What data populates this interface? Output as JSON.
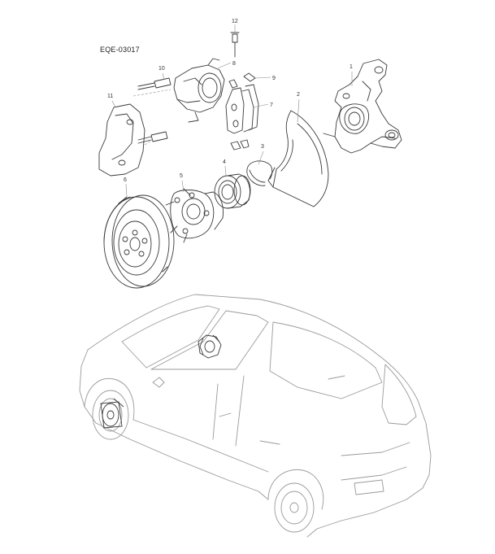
{
  "diagram": {
    "code": "EQE-03017",
    "callouts": [
      {
        "id": "callout-1",
        "label": "1"
      },
      {
        "id": "callout-2",
        "label": "2"
      },
      {
        "id": "callout-3",
        "label": "3"
      },
      {
        "id": "callout-4",
        "label": "4"
      },
      {
        "id": "callout-5",
        "label": "5"
      },
      {
        "id": "callout-6",
        "label": "6"
      },
      {
        "id": "callout-7",
        "label": "7"
      },
      {
        "id": "callout-8",
        "label": "8"
      },
      {
        "id": "callout-9",
        "label": "9"
      },
      {
        "id": "callout-10",
        "label": "10"
      },
      {
        "id": "callout-11",
        "label": "11"
      },
      {
        "id": "callout-12",
        "label": "12"
      }
    ],
    "line_color": "#3a3a3a",
    "leader_color": "#8a8a8a",
    "car_line_color": "#9a9a9a"
  }
}
